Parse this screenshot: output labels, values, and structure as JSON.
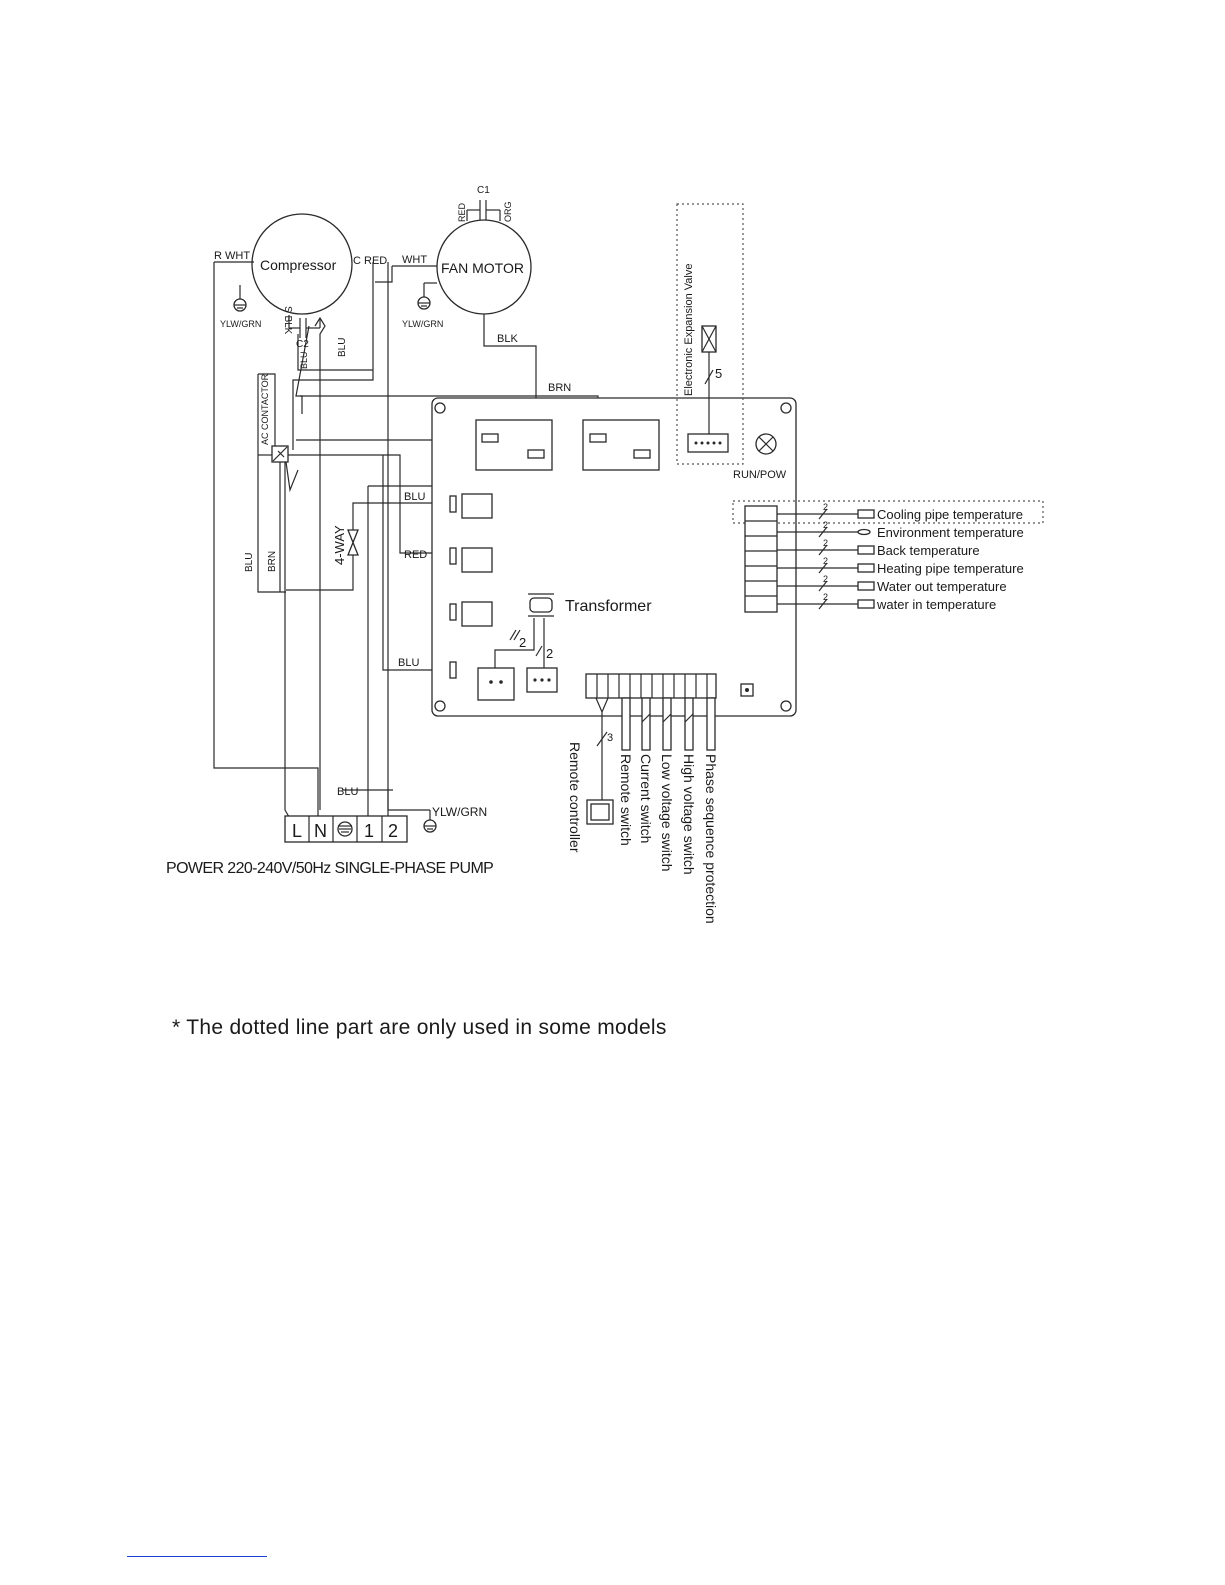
{
  "components": {
    "compressor": "Compressor",
    "fan_motor": "FAN MOTOR",
    "transformer": "Transformer",
    "four_way": "4-WAY",
    "ac_contactor": "AC CONTACTOR",
    "eev": "Electronic Expansion Valve",
    "eev_count": "5",
    "run_pow": "RUN/POW",
    "c1": "C1",
    "c2": "C2"
  },
  "wires": {
    "r_wht": "R WHT",
    "c_red": "C RED",
    "s_blk": "S BLK",
    "wht": "WHT",
    "red": "RED",
    "org": "ORG",
    "blk": "BLK",
    "brn": "BRN",
    "blu": "BLU",
    "ylw_grn": "YLW/GRN",
    "ylw_grn_upper": "YLW/GRN"
  },
  "terminals": {
    "l": "L",
    "n": "N",
    "t1": "1",
    "t2": "2"
  },
  "bus_counts": {
    "two": "2",
    "three": "3"
  },
  "power_label": "POWER 220-240V/50Hz   SINGLE-PHASE PUMP",
  "sensors": [
    "Cooling pipe temperature",
    "Environment temperature",
    "Back temperature",
    "Heating pipe temperature",
    "Water out temperature",
    "water in temperature"
  ],
  "switches": [
    "Remote controller",
    "Remote switch",
    "Current switch",
    "Low voltage switch",
    "High voltage switch",
    "Phase sequence protection"
  ],
  "footnote": "* The dotted line part are only used in some models"
}
